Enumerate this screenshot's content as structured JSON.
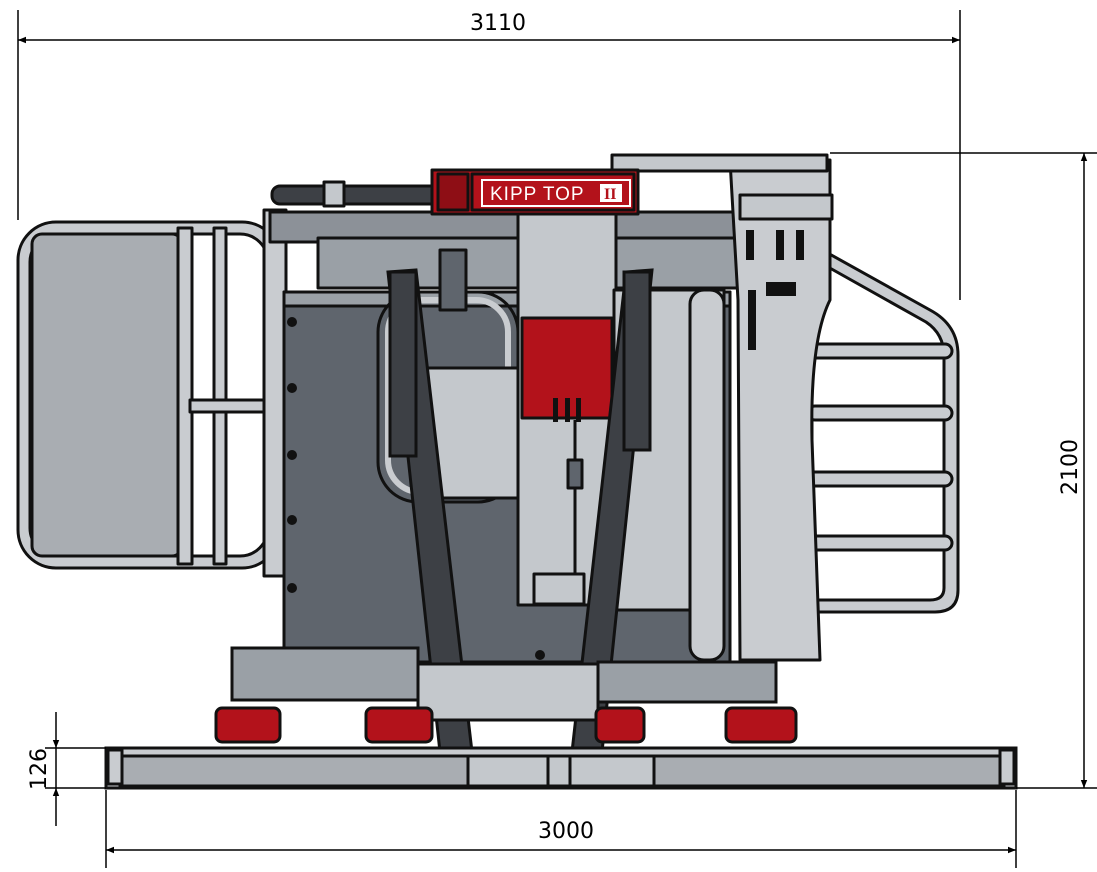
{
  "drawing": {
    "dimensions": {
      "overall_width": "3110",
      "base_width": "3000",
      "overall_height": "2100",
      "base_height": "126"
    },
    "machine": {
      "brand_text": "KIPP TOP",
      "brand_numeral": "II"
    },
    "colors": {
      "frame_dark": "#5f656d",
      "frame_mid": "#9aa0a6",
      "frame_light": "#c4c8cc",
      "tube": "#c9ccd0",
      "accent_red": "#b3121b",
      "strap": "#3d4045",
      "line": "#111111"
    }
  }
}
